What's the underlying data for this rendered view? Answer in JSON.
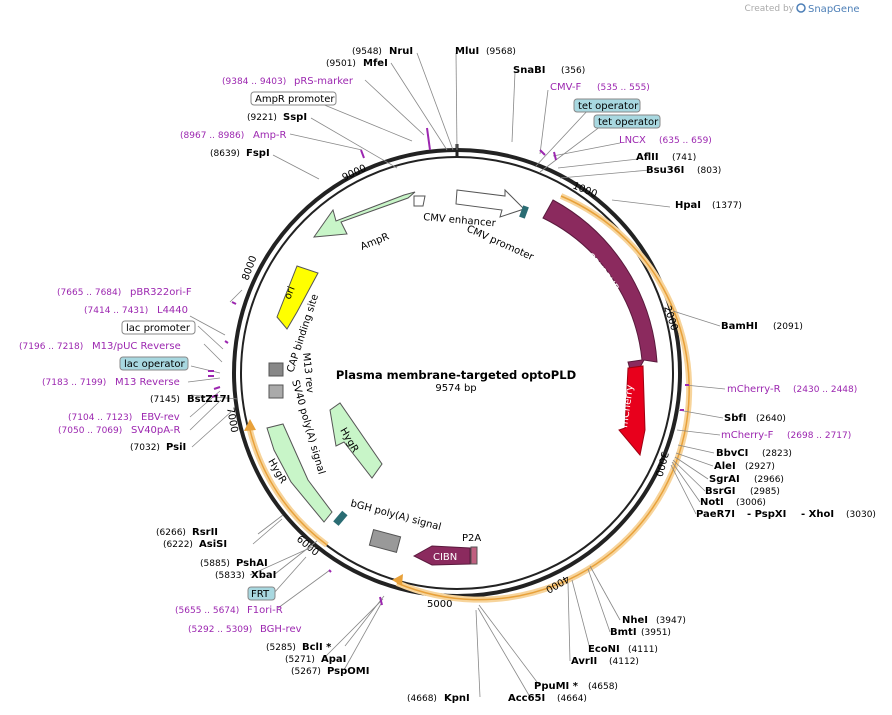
{
  "header": {
    "created_by": "Created by",
    "brand": "SnapGene"
  },
  "plasmid": {
    "name": "Plasma membrane-targeted optoPLD",
    "length": "9574 bp"
  },
  "colors": {
    "primer": "#9c27b0",
    "cds_dark": "#8b2a5e",
    "cds_red": "#e8001c",
    "marker": "#c8f5c8",
    "orf": "#f5b54a",
    "line": "#555555"
  },
  "ticks": [
    "1000",
    "2000",
    "3000",
    "4000",
    "5000",
    "6000",
    "7000",
    "8000",
    "9000"
  ],
  "enzymes": [
    {
      "name": "NruI",
      "pos": "(9548)"
    },
    {
      "name": "MfeI",
      "pos": "(9501)"
    },
    {
      "name": "MluI",
      "pos": "(9568)"
    },
    {
      "name": "SnaBI",
      "pos": "(356)"
    },
    {
      "name": "SspI",
      "pos": "(9221)"
    },
    {
      "name": "FspI",
      "pos": "(8639)"
    },
    {
      "name": "AflII",
      "pos": "(741)"
    },
    {
      "name": "Bsu36I",
      "pos": "(803)"
    },
    {
      "name": "HpaI",
      "pos": "(1377)"
    },
    {
      "name": "BamHI",
      "pos": "(2091)"
    },
    {
      "name": "SbfI",
      "pos": "(2640)"
    },
    {
      "name": "BbvCI",
      "pos": "(2823)"
    },
    {
      "name": "AleI",
      "pos": "(2927)"
    },
    {
      "name": "SgrAI",
      "pos": "(2966)"
    },
    {
      "name": "BsrGI",
      "pos": "(2985)"
    },
    {
      "name": "NotI",
      "pos": "(3006)"
    },
    {
      "name": "PaeR7I",
      "pos": ""
    },
    {
      "name": "- PspXI",
      "pos": ""
    },
    {
      "name": "- XhoI",
      "pos": "(3030)"
    },
    {
      "name": "NheI",
      "pos": "(3947)"
    },
    {
      "name": "BmtI",
      "pos": "(3951)"
    },
    {
      "name": "EcoNI",
      "pos": "(4111)"
    },
    {
      "name": "AvrII",
      "pos": "(4112)"
    },
    {
      "name": "PpuMI *",
      "pos": "(4658)"
    },
    {
      "name": "Acc65I",
      "pos": "(4664)"
    },
    {
      "name": "KpnI",
      "pos": "(4668)"
    },
    {
      "name": "BclI *",
      "pos": "(5285)"
    },
    {
      "name": "ApaI",
      "pos": "(5271)"
    },
    {
      "name": "PspOMI",
      "pos": "(5267)"
    },
    {
      "name": "XbaI",
      "pos": "(5833)"
    },
    {
      "name": "PshAI",
      "pos": "(5885)"
    },
    {
      "name": "AsiSI",
      "pos": "(6222)"
    },
    {
      "name": "RsrII",
      "pos": "(6266)"
    },
    {
      "name": "PsiI",
      "pos": "(7032)"
    },
    {
      "name": "BstZ17I",
      "pos": "(7145)"
    }
  ],
  "primers": [
    {
      "name": "pRS-marker",
      "pos": "(9384 .. 9403)"
    },
    {
      "name": "Amp-R",
      "pos": "(8967 .. 8986)"
    },
    {
      "name": "CMV-F",
      "pos": "(535 .. 555)"
    },
    {
      "name": "LNCX",
      "pos": "(635 .. 659)"
    },
    {
      "name": "mCherry-R",
      "pos": "(2430 .. 2448)"
    },
    {
      "name": "mCherry-F",
      "pos": "(2698 .. 2717)"
    },
    {
      "name": "F1ori-R",
      "pos": "(5655 .. 5674)"
    },
    {
      "name": "BGH-rev",
      "pos": "(5292 .. 5309)"
    },
    {
      "name": "pBR322ori-F",
      "pos": "(7665 .. 7684)"
    },
    {
      "name": "L4440",
      "pos": "(7414 .. 7431)"
    },
    {
      "name": "M13/pUC Reverse",
      "pos": "(7196 .. 7218)"
    },
    {
      "name": "M13 Reverse",
      "pos": "(7183 .. 7199)"
    },
    {
      "name": "EBV-rev",
      "pos": "(7104 .. 7123)"
    },
    {
      "name": "SV40pA-R",
      "pos": "(7050 .. 7069)"
    }
  ],
  "boxes": [
    "AmpR promoter",
    "tet operator",
    "tet operator",
    "lac promoter",
    "lac operator",
    "FRT"
  ],
  "features": [
    "CMV enhancer",
    "CMV promoter",
    "CRY2PHR",
    "mCherry",
    "AmpR",
    "ori",
    "CAP binding site",
    "M13 rev",
    "SV40 poly(A) signal",
    "HygR",
    "HygR",
    "bGH poly(A) signal",
    "P2A",
    "CIBN"
  ]
}
